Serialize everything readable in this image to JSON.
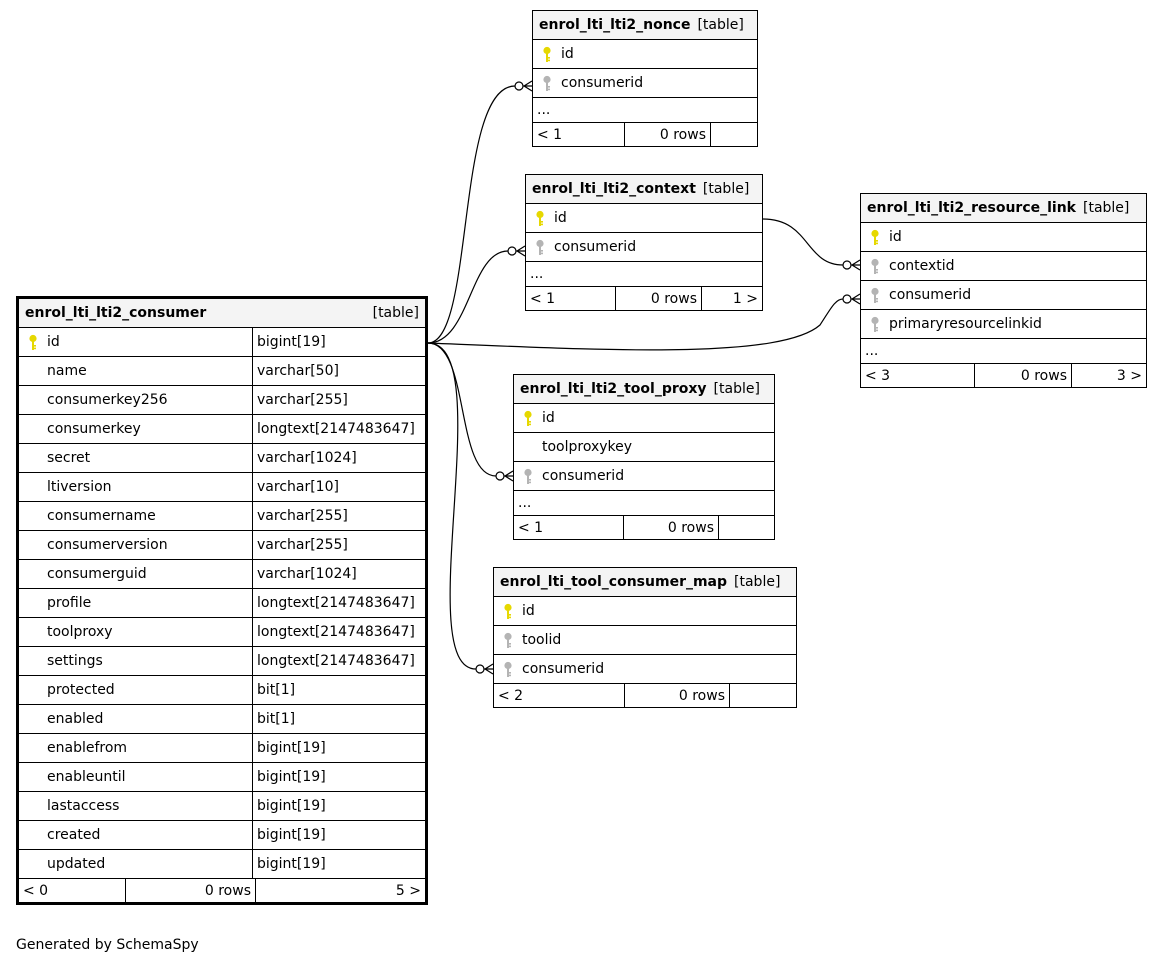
{
  "colors": {
    "pk_key": "#e6d800",
    "fk_key": "#b4b4b4",
    "header_bg": "#f4f4f4",
    "line": "#000000"
  },
  "tables": {
    "nonce": {
      "name": "enrol_lti_lti2_nonce",
      "type": "[table]",
      "columns": [
        {
          "name": "id",
          "key": "pk"
        },
        {
          "name": "consumerid",
          "key": "fk"
        }
      ],
      "more": "...",
      "parents": "< 1",
      "rows": "0 rows",
      "children": ""
    },
    "context": {
      "name": "enrol_lti_lti2_context",
      "type": "[table]",
      "columns": [
        {
          "name": "id",
          "key": "pk"
        },
        {
          "name": "consumerid",
          "key": "fk"
        }
      ],
      "more": "...",
      "parents": "< 1",
      "rows": "0 rows",
      "children": "1 >"
    },
    "resource_link": {
      "name": "enrol_lti_lti2_resource_link",
      "type": "[table]",
      "columns": [
        {
          "name": "id",
          "key": "pk"
        },
        {
          "name": "contextid",
          "key": "fk"
        },
        {
          "name": "consumerid",
          "key": "fk"
        },
        {
          "name": "primaryresourcelinkid",
          "key": "fk"
        }
      ],
      "more": "...",
      "parents": "< 3",
      "rows": "0 rows",
      "children": "3 >"
    },
    "tool_proxy": {
      "name": "enrol_lti_lti2_tool_proxy",
      "type": "[table]",
      "columns": [
        {
          "name": "id",
          "key": "pk"
        },
        {
          "name": "toolproxykey",
          "key": ""
        },
        {
          "name": "consumerid",
          "key": "fk"
        }
      ],
      "more": "...",
      "parents": "< 1",
      "rows": "0 rows",
      "children": ""
    },
    "tool_consumer_map": {
      "name": "enrol_lti_tool_consumer_map",
      "type": "[table]",
      "columns": [
        {
          "name": "id",
          "key": "pk"
        },
        {
          "name": "toolid",
          "key": "fk"
        },
        {
          "name": "consumerid",
          "key": "fk"
        }
      ],
      "parents": "< 2",
      "rows": "0 rows",
      "children": ""
    },
    "consumer": {
      "name": "enrol_lti_lti2_consumer",
      "type": "[table]",
      "columns": [
        {
          "name": "id",
          "type": "bigint[19]",
          "key": "pk"
        },
        {
          "name": "name",
          "type": "varchar[50]",
          "key": ""
        },
        {
          "name": "consumerkey256",
          "type": "varchar[255]",
          "key": ""
        },
        {
          "name": "consumerkey",
          "type": "longtext[2147483647]",
          "key": ""
        },
        {
          "name": "secret",
          "type": "varchar[1024]",
          "key": ""
        },
        {
          "name": "ltiversion",
          "type": "varchar[10]",
          "key": ""
        },
        {
          "name": "consumername",
          "type": "varchar[255]",
          "key": ""
        },
        {
          "name": "consumerversion",
          "type": "varchar[255]",
          "key": ""
        },
        {
          "name": "consumerguid",
          "type": "varchar[1024]",
          "key": ""
        },
        {
          "name": "profile",
          "type": "longtext[2147483647]",
          "key": ""
        },
        {
          "name": "toolproxy",
          "type": "longtext[2147483647]",
          "key": ""
        },
        {
          "name": "settings",
          "type": "longtext[2147483647]",
          "key": ""
        },
        {
          "name": "protected",
          "type": "bit[1]",
          "key": ""
        },
        {
          "name": "enabled",
          "type": "bit[1]",
          "key": ""
        },
        {
          "name": "enablefrom",
          "type": "bigint[19]",
          "key": ""
        },
        {
          "name": "enableuntil",
          "type": "bigint[19]",
          "key": ""
        },
        {
          "name": "lastaccess",
          "type": "bigint[19]",
          "key": ""
        },
        {
          "name": "created",
          "type": "bigint[19]",
          "key": ""
        },
        {
          "name": "updated",
          "type": "bigint[19]",
          "key": ""
        }
      ],
      "parents": "< 0",
      "rows": "0 rows",
      "children": "5 >"
    }
  },
  "footer": "Generated by SchemaSpy"
}
